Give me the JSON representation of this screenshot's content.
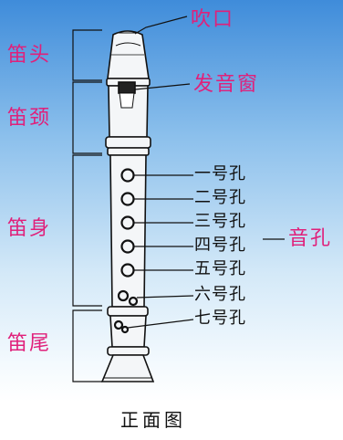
{
  "colors": {
    "label_pink": "#e0207a",
    "line": "#111111"
  },
  "labels": {
    "mouthpiece": "吹口",
    "window": "发音窗",
    "head": "笛头",
    "neck": "笛颈",
    "body": "笛身",
    "tail": "笛尾",
    "tone_holes": "音孔"
  },
  "holes": [
    "一号孔",
    "二号孔",
    "三号孔",
    "四号孔",
    "五号孔",
    "六号孔",
    "七号孔"
  ],
  "caption": "正面图"
}
